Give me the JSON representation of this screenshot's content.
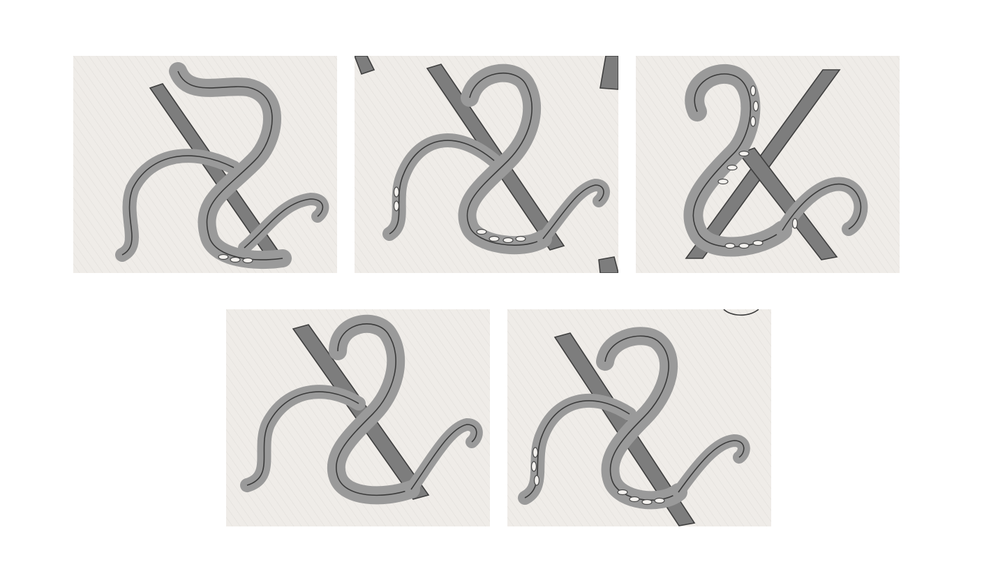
{
  "page": {
    "background": "#ffffff",
    "card_color": "#efece8",
    "pencil_color": "#4c4c4c"
  },
  "sketches": [
    {
      "id": "sketch-1",
      "subject": "ampersand-tentacle-sketch",
      "suckers": true
    },
    {
      "id": "sketch-2",
      "subject": "ampersand-tentacle-sketch",
      "suckers": true
    },
    {
      "id": "sketch-3",
      "subject": "ampersand-tentacle-sketch",
      "suckers": true
    },
    {
      "id": "sketch-4",
      "subject": "ampersand-tentacle-sketch",
      "suckers": false
    },
    {
      "id": "sketch-5",
      "subject": "ampersand-tentacle-sketch",
      "suckers": true
    }
  ]
}
